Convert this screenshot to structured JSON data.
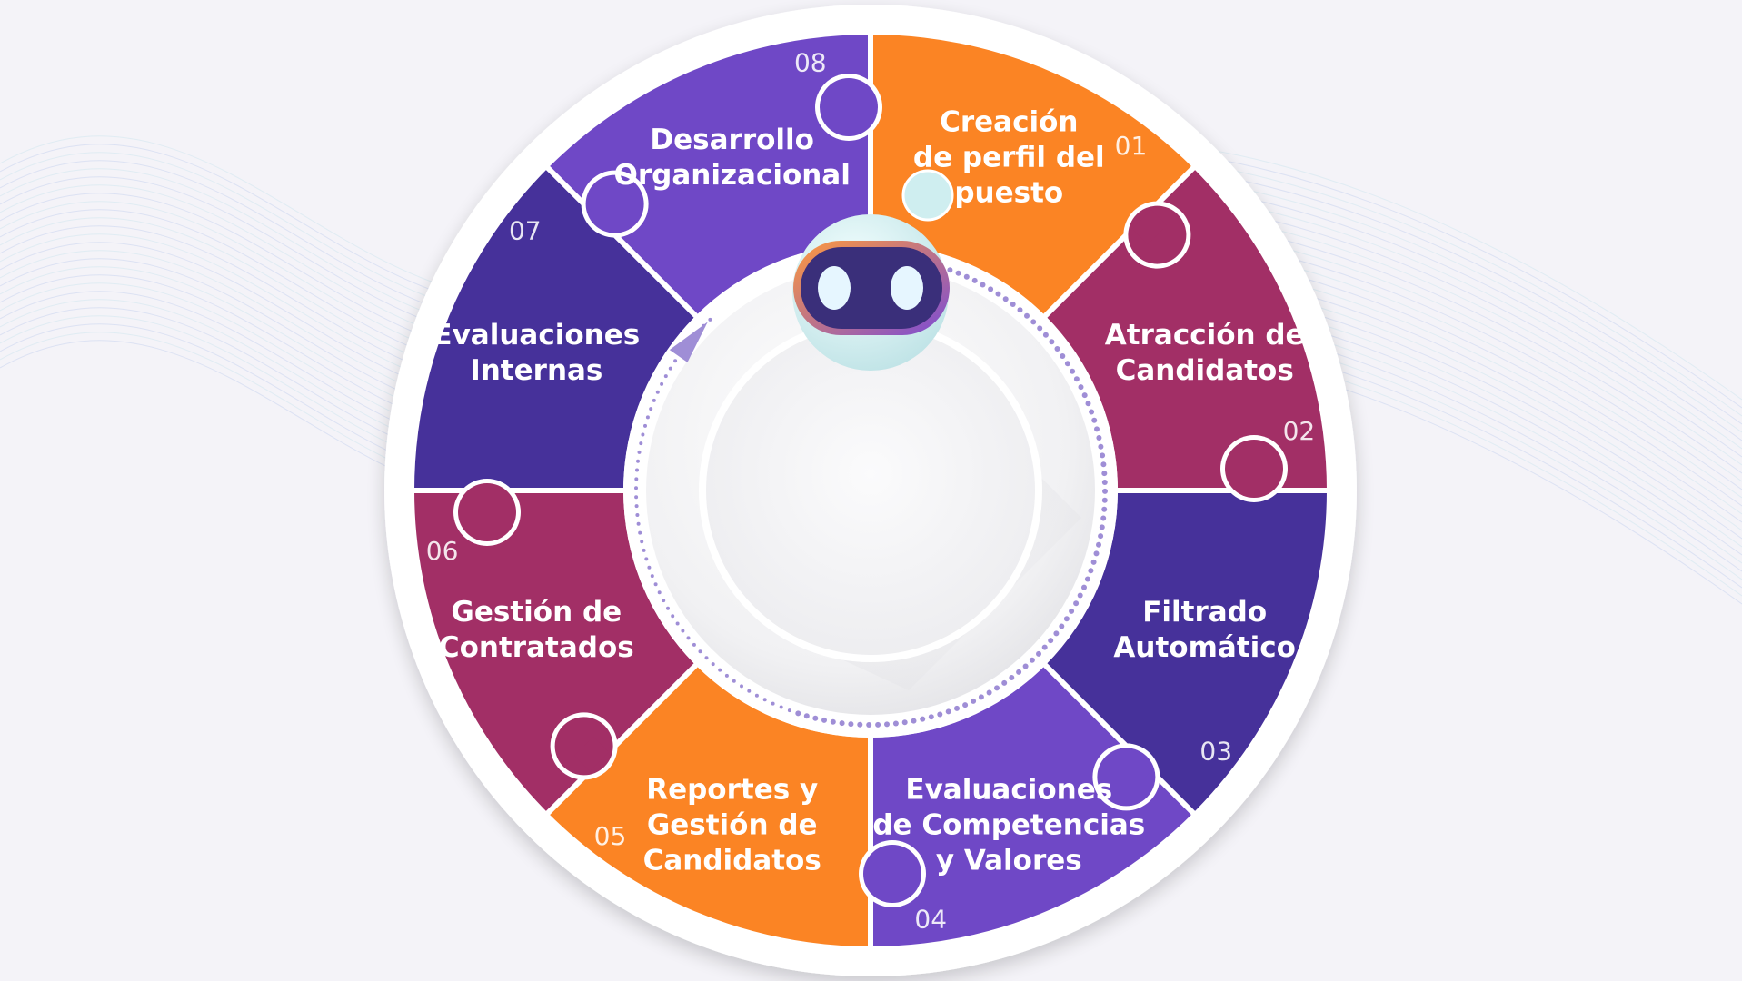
{
  "colors": {
    "background": "#f4f3f8",
    "orange": "#fb8424",
    "magenta": "#a22f66",
    "indigo": "#46319a",
    "violet": "#6f48c6",
    "robot_visor": "#3a2f7a",
    "robot_body": "#d7eeee",
    "ring": "#9f8ed6"
  },
  "steps": [
    {
      "num": "01",
      "lines": [
        "Creación",
        "de perfil del",
        "puesto"
      ],
      "color": "orange"
    },
    {
      "num": "02",
      "lines": [
        "Atracción de",
        "Candidatos"
      ],
      "color": "magenta"
    },
    {
      "num": "03",
      "lines": [
        "Filtrado",
        "Automático"
      ],
      "color": "indigo"
    },
    {
      "num": "04",
      "lines": [
        "Evaluaciones",
        "de Competencias",
        "y Valores"
      ],
      "color": "violet"
    },
    {
      "num": "05",
      "lines": [
        "Reportes y",
        "Gestión de",
        "Candidatos"
      ],
      "color": "orange"
    },
    {
      "num": "06",
      "lines": [
        "Gestión de",
        "Contratados"
      ],
      "color": "magenta"
    },
    {
      "num": "07",
      "lines": [
        "Evaluaciones",
        "Internas"
      ],
      "color": "indigo"
    },
    {
      "num": "08",
      "lines": [
        "Desarrollo",
        "Organizacional"
      ],
      "color": "violet"
    }
  ],
  "center": {
    "robot_icon": "robot-icon",
    "cycle_arrow_icon": "cycle-arrow-icon"
  }
}
